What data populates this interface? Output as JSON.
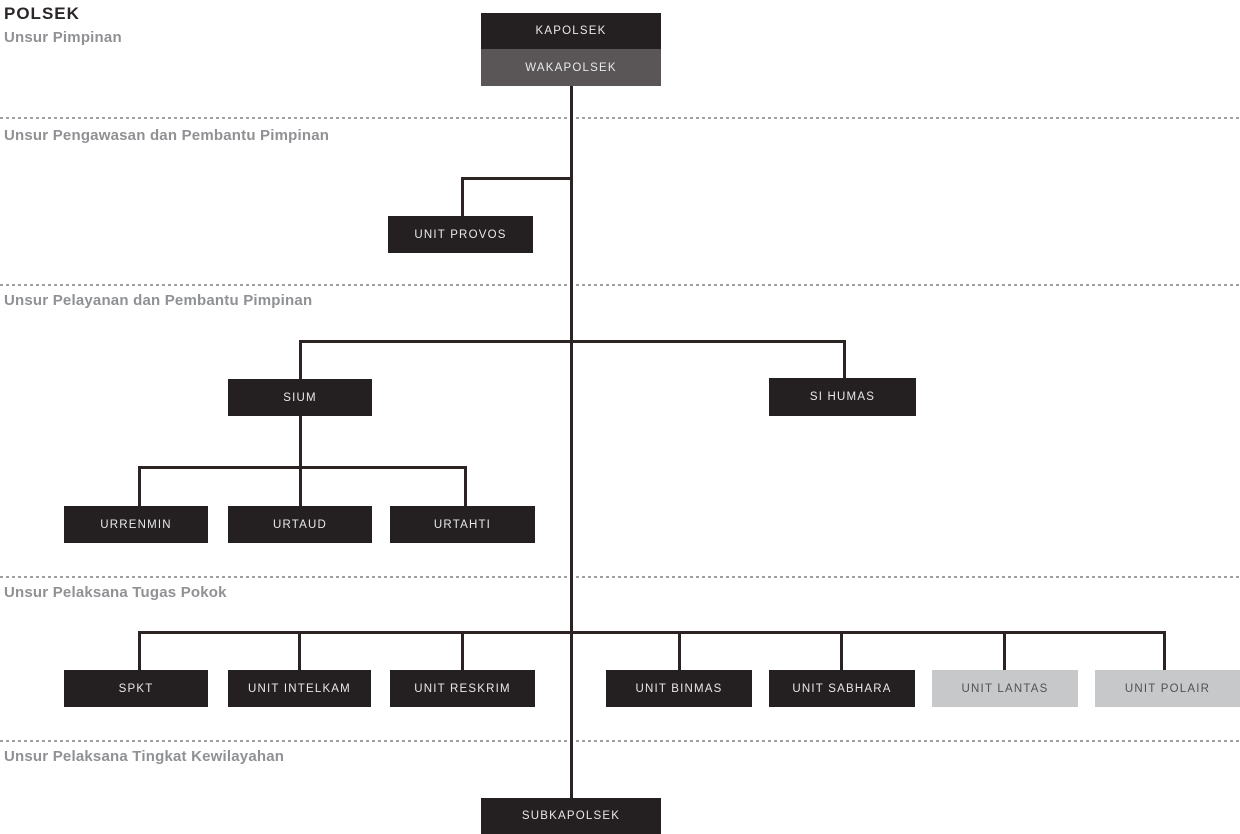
{
  "title": "POLSEK",
  "sections": {
    "pimpinan": "Unsur Pimpinan",
    "pengawasan": "Unsur Pengawasan dan Pembantu Pimpinan",
    "pelayanan": "Unsur Pelayanan dan Pembantu Pimpinan",
    "pelaksana_pokok": "Unsur Pelaksana Tugas Pokok",
    "kewilayahan": "Unsur Pelaksana Tingkat Kewilayahan"
  },
  "nodes": {
    "kapolsek": "KAPOLSEK",
    "wakapolsek": "WAKAPOLSEK",
    "unit_provos": "UNIT PROVOS",
    "sium": "SIUM",
    "si_humas": "SI HUMAS",
    "urrenmin": "URRENMIN",
    "urtaud": "URTAUD",
    "urtahti": "URTAHTI",
    "spkt": "SPKT",
    "unit_intelkam": "UNIT INTELKAM",
    "unit_reskrim": "UNIT RESKRIM",
    "unit_binmas": "UNIT BINMAS",
    "unit_sabhara": "UNIT SABHARA",
    "unit_lantas": "UNIT LANTAS",
    "unit_polair": "UNIT POLAIR",
    "subkapolsek": "SUBKAPOLSEK"
  },
  "colors": {
    "node_dark": "#241f20",
    "node_gray": "#5a5657",
    "node_light": "#c7c8ca",
    "node_dark_text": "#e8e8e8",
    "node_light_text": "#515254",
    "connector": "#2b2422",
    "divider_dotted": "#9fa1a4",
    "heading_gray": "#8f9194",
    "title_dark": "#2b2627",
    "background": "#ffffff"
  }
}
